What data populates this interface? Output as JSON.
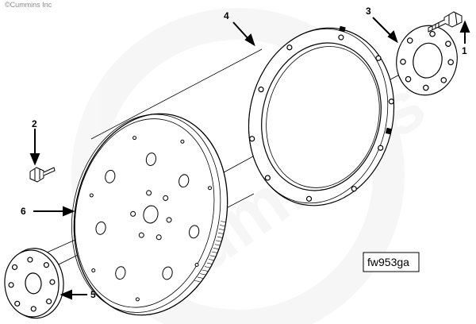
{
  "copyright": "©Cummins Inc",
  "watermark": "Cummins",
  "figure_id": "fw953ga",
  "callouts": {
    "c1": "1",
    "c2": "2",
    "c3": "3",
    "c4": "4",
    "c5": "5",
    "c6": "6"
  },
  "parts": [
    "cap-screw",
    "mounting-cap-screw",
    "clamping-plate",
    "adapter-plate",
    "pilot-spacer",
    "flywheel"
  ]
}
